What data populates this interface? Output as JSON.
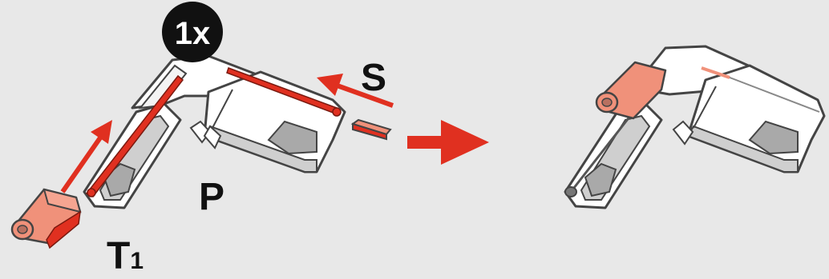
{
  "badge": {
    "text": "1x",
    "bg_color": "#111111",
    "text_color": "#ffffff"
  },
  "labels": {
    "slider": "S",
    "profile": "P",
    "tip_main": "T",
    "tip_sub": "1"
  },
  "colors": {
    "background": "#e8e8e8",
    "outline": "#444444",
    "part_white": "#ffffff",
    "part_grey": "#c8c8c8",
    "accent_red": "#e03020",
    "cap_salmon": "#f0917a"
  }
}
